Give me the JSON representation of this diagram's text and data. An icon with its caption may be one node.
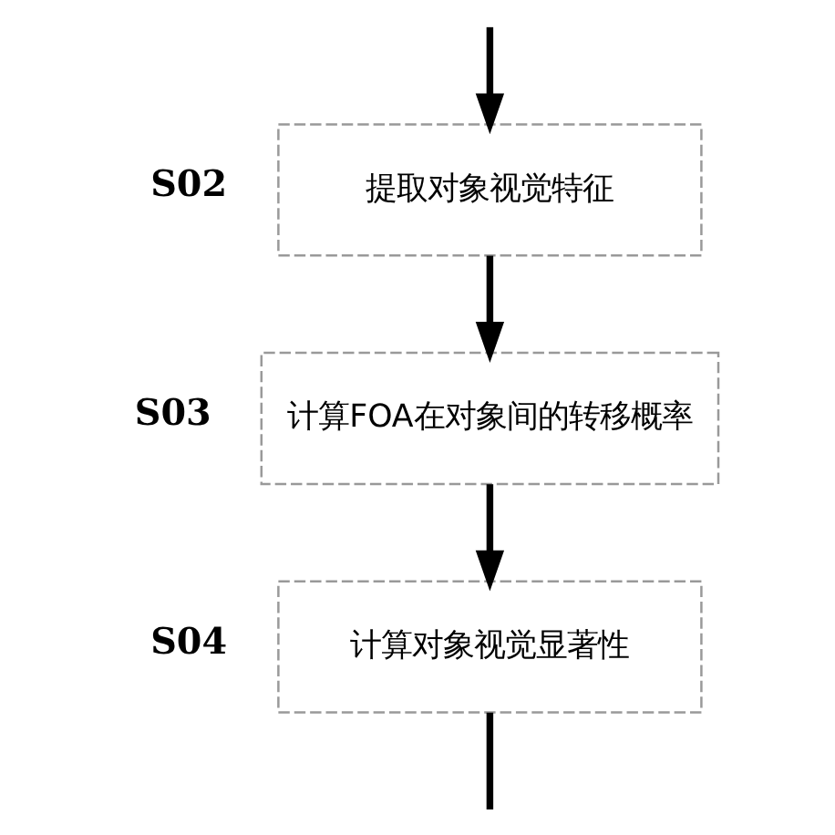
{
  "diagram": {
    "nodes": [
      {
        "text": [
          "提取对象视觉特征"
        ],
        "beside": [
          "S02"
        ]
      },
      {
        "text": [
          "计算FOA在对象间的转移概率"
        ],
        "beside": [
          "S03"
        ]
      },
      {
        "text": [
          "计算对象视觉显著性"
        ],
        "beside": [
          "S04"
        ]
      }
    ],
    "edges": [
      {
        "from": null,
        "to": 0,
        "arrow": "to"
      },
      {
        "from": 0,
        "to": 1,
        "arrow": "to"
      },
      {
        "from": 1,
        "to": 2,
        "arrow": "to"
      },
      {
        "from": 2,
        "to": null,
        "arrow": "none"
      }
    ]
  }
}
